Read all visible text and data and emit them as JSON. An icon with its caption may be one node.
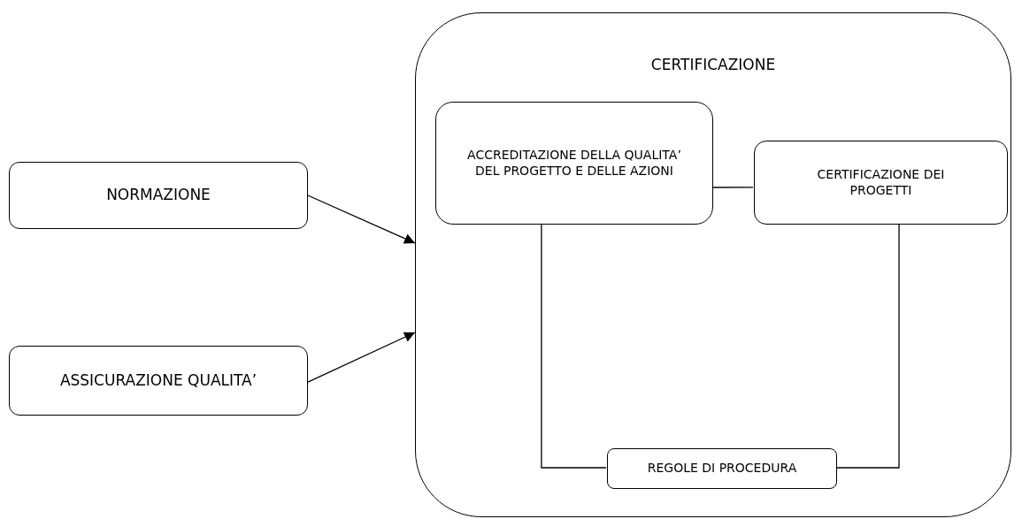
{
  "diagram": {
    "nodes": [
      {
        "text": [
          "NORMAZIONE"
        ]
      },
      {
        "text": [
          "ASSICURAZIONE QUALITA’"
        ]
      },
      {
        "text": [
          "CERTIFICAZIONE"
        ]
      },
      {
        "text": [
          "ACCREDITAZIONE DELLA QUALITA’ DEL PROGETTO E DELLE AZIONI"
        ],
        "in": 2
      },
      {
        "text": [
          "CERTIFICAZIONE DEI PROGETTI"
        ],
        "in": 2
      },
      {
        "text": [
          "REGOLE DI PROCEDURA"
        ],
        "in": 2
      }
    ],
    "edges": [
      {
        "from": 0,
        "to": 2,
        "arrow": "to"
      },
      {
        "from": 1,
        "to": 2,
        "arrow": "to"
      },
      {
        "from": 3,
        "to": 4,
        "arrow": "none"
      },
      {
        "from": 3,
        "to": 5,
        "arrow": "none"
      },
      {
        "from": 4,
        "to": 5,
        "arrow": "none"
      }
    ]
  }
}
